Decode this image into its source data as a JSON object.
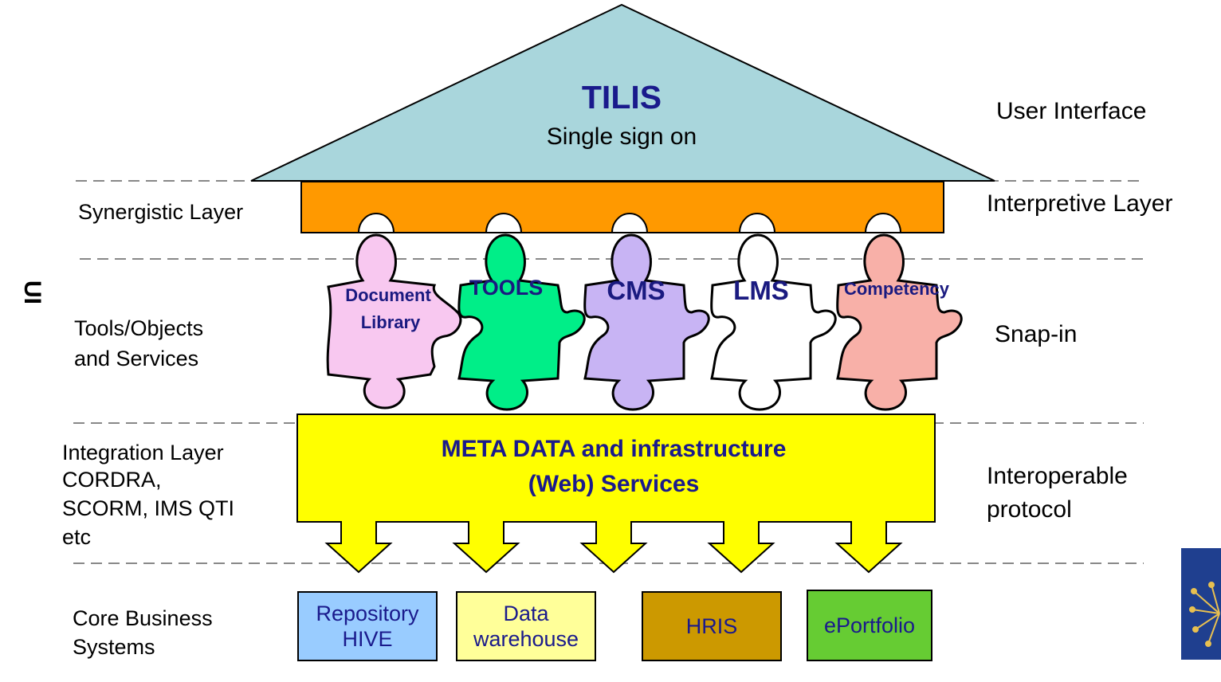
{
  "roof": {
    "title": "TILIS",
    "subtitle": "Single sign on"
  },
  "left_labels": {
    "synergistic": "Synergistic Layer",
    "tools_line1": "Tools/Objects",
    "tools_line2": "and Services",
    "integration_line1": "Integration Layer",
    "integration_line2": "CORDRA,",
    "integration_line3": "SCORM, IMS QTI",
    "integration_line4": "etc",
    "core_line1": "Core Business",
    "core_line2": "Systems"
  },
  "right_labels": {
    "user_interface": "User Interface",
    "interpretive": "Interpretive Layer",
    "snap_in": "Snap-in",
    "interop_line1": "Interoperable",
    "interop_line2": "protocol"
  },
  "rotated_text": "UI",
  "puzzles": [
    {
      "line1": "Document",
      "line2": "Library",
      "color": "#f8c8f0"
    },
    {
      "line1": "TOOLS",
      "line2": "",
      "color": "#00ee88"
    },
    {
      "line1": "CMS",
      "line2": "",
      "color": "#c8b4f4"
    },
    {
      "line1": "LMS",
      "line2": "",
      "color": "#ffffff"
    },
    {
      "line1": "Competency",
      "line2": "",
      "color": "#f8b0a8"
    }
  ],
  "meta_box": {
    "line1": "META DATA and infrastructure",
    "line2": "(Web) Services",
    "color": "#ffff00"
  },
  "systems": [
    {
      "line1": "Repository",
      "line2": "HIVE",
      "color": "#99ccff"
    },
    {
      "line1": "Data",
      "line2": "warehouse",
      "color": "#ffff99"
    },
    {
      "line1": "HRIS",
      "line2": "",
      "color": "#cc9900"
    },
    {
      "line1": "ePortfolio",
      "line2": "",
      "color": "#66cc33"
    }
  ],
  "colors": {
    "roof": "#a9d6dc",
    "beam": "#ff9900",
    "text_blue": "#1a1a8c",
    "logo_bg": "#1f3f8f"
  }
}
